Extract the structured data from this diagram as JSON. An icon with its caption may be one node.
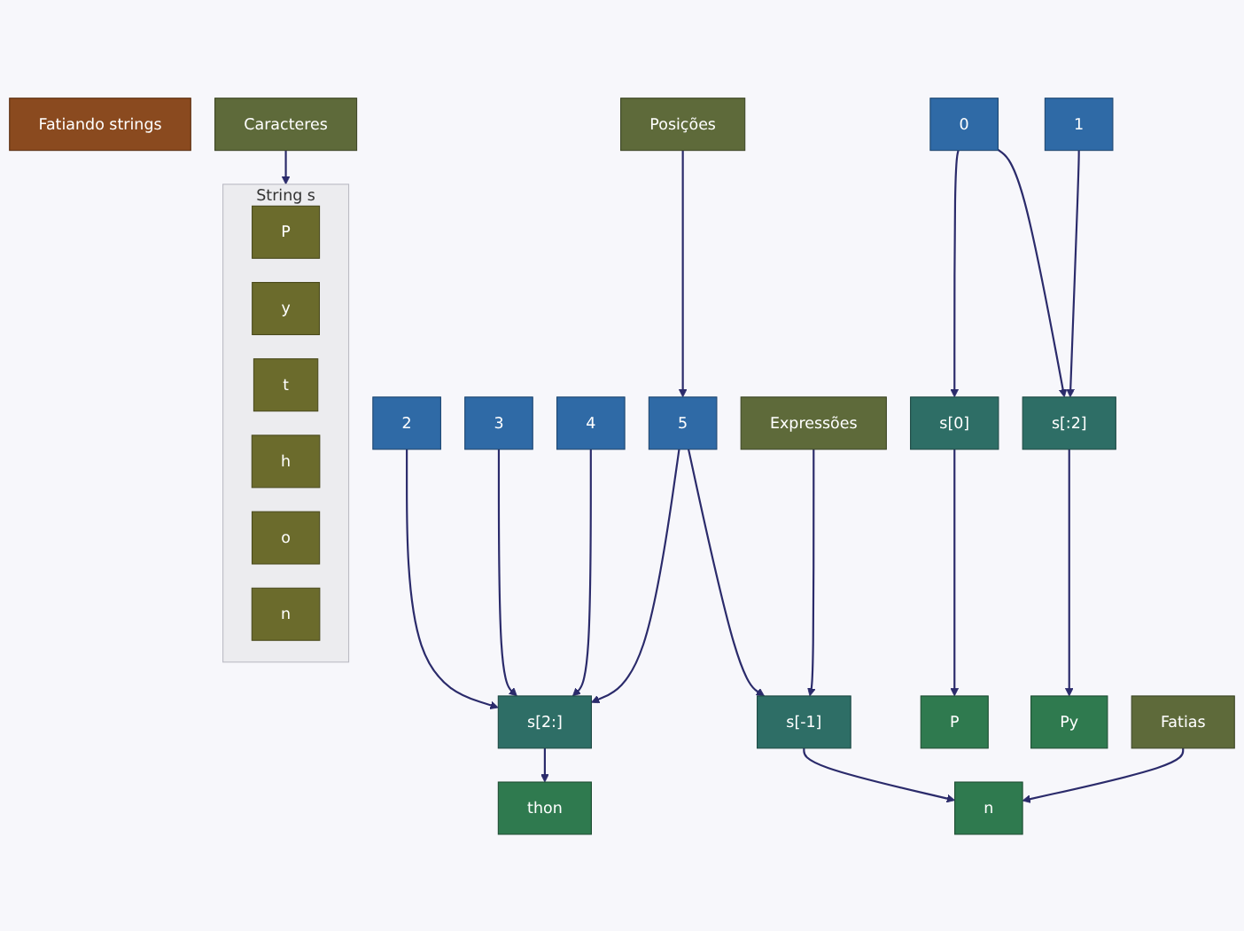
{
  "diagram": {
    "nodes": [
      {
        "text": [
          "Fatiando strings"
        ]
      },
      {
        "text": [
          "String s"
        ]
      },
      {
        "text": [
          "P"
        ],
        "in": 1
      },
      {
        "text": [
          "y"
        ],
        "in": 1
      },
      {
        "text": [
          "t"
        ],
        "in": 1
      },
      {
        "text": [
          "h"
        ],
        "in": 1
      },
      {
        "text": [
          "o"
        ],
        "in": 1
      },
      {
        "text": [
          "n"
        ],
        "in": 1
      },
      {
        "text": [
          "Caracteres"
        ]
      },
      {
        "text": [
          "0"
        ]
      },
      {
        "text": [
          "1"
        ]
      },
      {
        "text": [
          "2"
        ]
      },
      {
        "text": [
          "3"
        ]
      },
      {
        "text": [
          "4"
        ]
      },
      {
        "text": [
          "5"
        ]
      },
      {
        "text": [
          "Posições"
        ]
      },
      {
        "text": [
          "s[0]"
        ]
      },
      {
        "text": [
          "s[:2]"
        ]
      },
      {
        "text": [
          "s[2:]"
        ]
      },
      {
        "text": [
          "s[-1]"
        ]
      },
      {
        "text": [
          "Expressões"
        ]
      },
      {
        "text": [
          "P"
        ]
      },
      {
        "text": [
          "Py"
        ]
      },
      {
        "text": [
          "thon"
        ]
      },
      {
        "text": [
          "n"
        ]
      },
      {
        "text": [
          "Fatias"
        ]
      }
    ],
    "edges": [
      {
        "from": 8,
        "to": 1,
        "arrow": "to"
      },
      {
        "from": 15,
        "to": 14,
        "arrow": "to"
      },
      {
        "from": 9,
        "to": 16,
        "arrow": "to"
      },
      {
        "from": 9,
        "to": 17,
        "arrow": "to"
      },
      {
        "from": 10,
        "to": 17,
        "arrow": "to"
      },
      {
        "from": 11,
        "to": 18,
        "arrow": "to"
      },
      {
        "from": 12,
        "to": 18,
        "arrow": "to"
      },
      {
        "from": 13,
        "to": 18,
        "arrow": "to"
      },
      {
        "from": 14,
        "to": 18,
        "arrow": "to"
      },
      {
        "from": 14,
        "to": 19,
        "arrow": "to"
      },
      {
        "from": 20,
        "to": 19,
        "arrow": "to"
      },
      {
        "from": 16,
        "to": 21,
        "arrow": "to"
      },
      {
        "from": 17,
        "to": 22,
        "arrow": "to"
      },
      {
        "from": 18,
        "to": 23,
        "arrow": "to"
      },
      {
        "from": 19,
        "to": 24,
        "arrow": "to"
      },
      {
        "from": 25,
        "to": 24,
        "arrow": "to"
      }
    ]
  }
}
